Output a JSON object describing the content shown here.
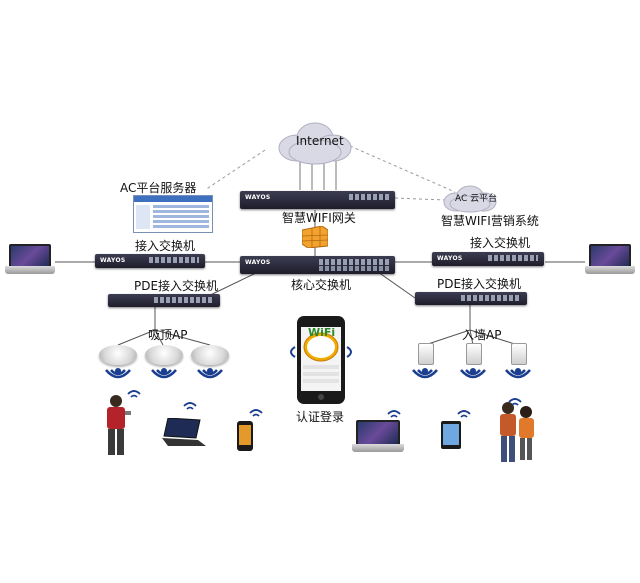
{
  "labels": {
    "internet": "Internet",
    "cloud": "AC 云平台",
    "cloud_caption": "智慧WIFI营销系统",
    "ac_server": "AC平台服务器",
    "gateway": "智慧WIFI网关",
    "core_switch": "核心交换机",
    "access_left": "接入交换机",
    "access_right": "接入交换机",
    "pde_left": "PDE接入交换机",
    "pde_right": "PDE接入交换机",
    "ceiling_ap": "吸顶AP",
    "wall_ap": "入墙AP",
    "auth_login": "认证登录",
    "phone_wifi": "WiFi",
    "brand": "WAYOS"
  },
  "colors": {
    "switch": "#24243a",
    "wifi_signal": "#1b3f8f",
    "firewall": "#f3a22d",
    "dashed_line": "#9a9a9a",
    "cloud": "#d9d9e6"
  }
}
